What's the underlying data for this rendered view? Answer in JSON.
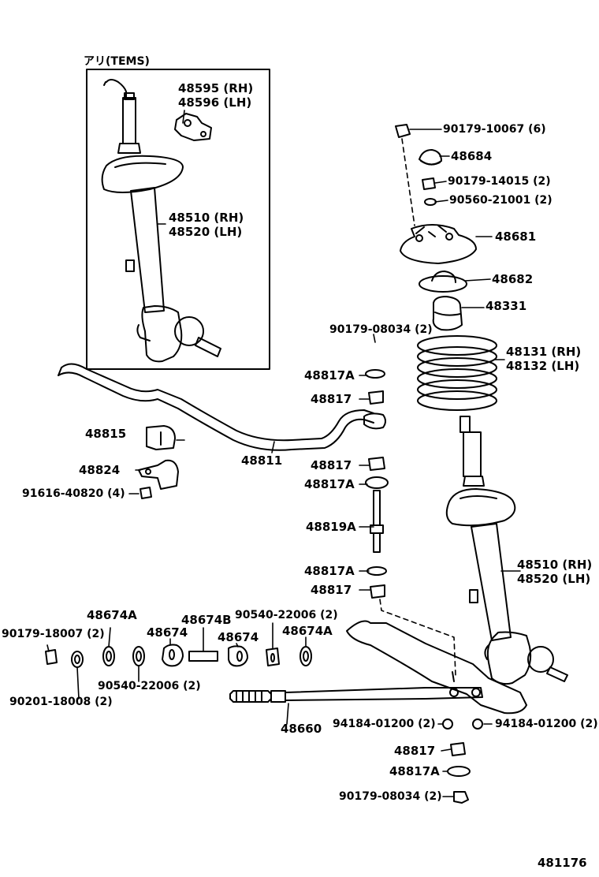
{
  "inset": {
    "title": "アリ(TEMS)"
  },
  "labels": {
    "p48595": "48595 (RH)",
    "p48596": "48596 (LH)",
    "p48510_in": "48510 (RH)",
    "p48520_in": "48520 (LH)",
    "p90179_10067": "90179-10067 (6)",
    "p48684": "48684",
    "p90179_14015": "90179-14015 (2)",
    "p90560_21001": "90560-21001 (2)",
    "p48681": "48681",
    "p48682": "48682",
    "p48331": "48331",
    "p90179_08034_a": "90179-08034 (2)",
    "p48131": "48131 (RH)",
    "p48132": "48132 (LH)",
    "p48817A_1": "48817A",
    "p48817_1": "48817",
    "p48815": "48815",
    "p48811": "48811",
    "p48824": "48824",
    "p91616_40820": "91616-40820 (4)",
    "p48817_2": "48817",
    "p48817A_2": "48817A",
    "p48819A": "48819A",
    "p48817A_3": "48817A",
    "p48817_3": "48817",
    "p48510": "48510 (RH)",
    "p48520": "48520 (LH)",
    "p48674A_1": "48674A",
    "p90179_18007": "90179-18007 (2)",
    "p48674_1": "48674",
    "p48674B": "48674B",
    "p90540_22006_a": "90540-22006 (2)",
    "p48674_2": "48674",
    "p48674A_2": "48674A",
    "p90540_22006_b": "90540-22006 (2)",
    "p90201_18008": "90201-18008 (2)",
    "p48660": "48660",
    "p94184_a": "94184-01200 (2)",
    "p94184_b": "94184-01200 (2)",
    "p48817_4": "48817",
    "p48817A_4": "48817A",
    "p90179_08034_b": "90179-08034 (2)",
    "figure_no": "481176"
  }
}
